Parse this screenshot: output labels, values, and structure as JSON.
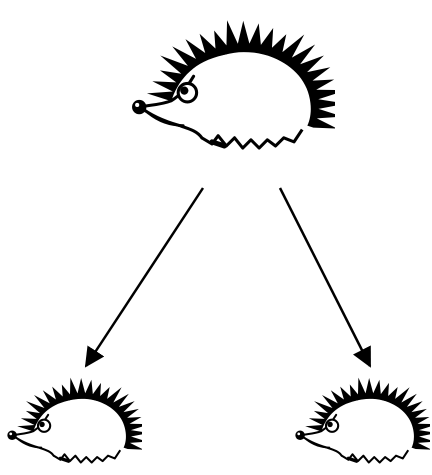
{
  "diagram": {
    "nodes": [
      {
        "id": "parent",
        "icon": "hedgehog-icon",
        "role": "parent"
      },
      {
        "id": "child-left",
        "icon": "hedgehog-icon",
        "role": "child"
      },
      {
        "id": "child-right",
        "icon": "hedgehog-icon",
        "role": "child"
      }
    ],
    "edges": [
      {
        "from": "parent",
        "to": "child-left"
      },
      {
        "from": "parent",
        "to": "child-right"
      }
    ],
    "colors": {
      "ink": "#000000",
      "fill": "#ffffff",
      "background": "#ffffff"
    }
  }
}
